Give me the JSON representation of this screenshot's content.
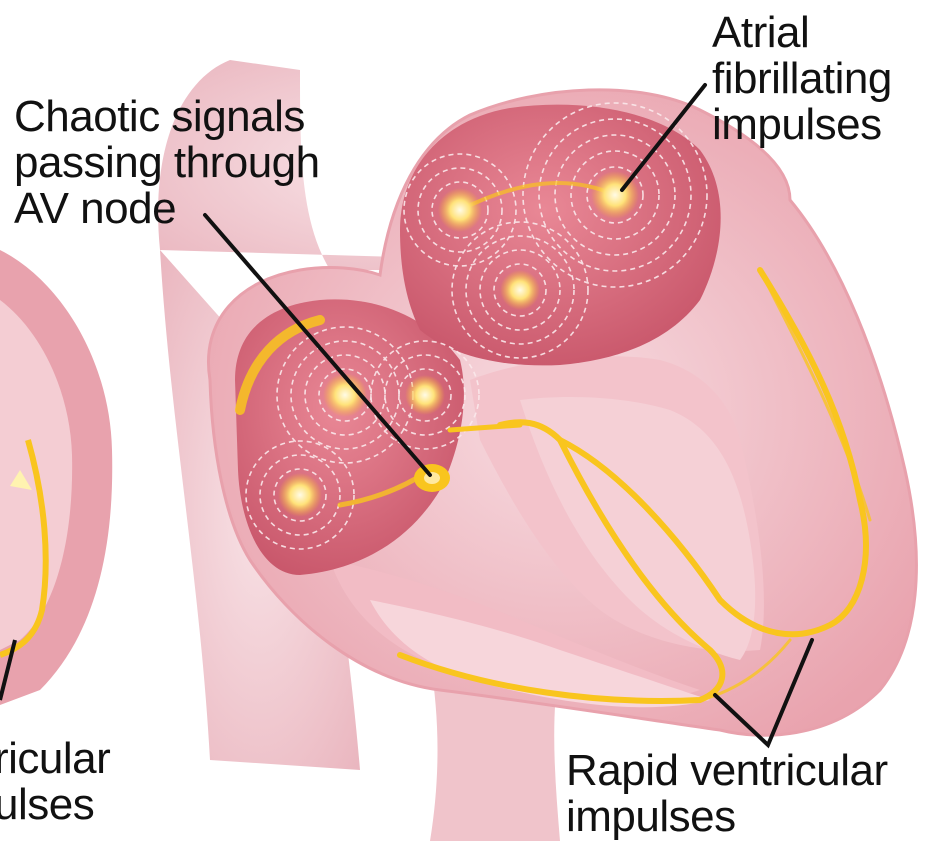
{
  "labels": {
    "chaotic_signals": [
      "Chaotic signals",
      "passing through",
      "AV node"
    ],
    "atrial_fibrillating": [
      "Atrial",
      "fibrillating",
      "impulses"
    ],
    "rapid_ventricular": [
      "Rapid ventricular",
      "impulses"
    ],
    "left_partial": [
      "ricular",
      "ulses"
    ]
  },
  "colors": {
    "tissue_light": "#f6d7dc",
    "tissue_mid": "#ec9aa6",
    "tissue_dark": "#c34a5e",
    "chamber": "#d9707f",
    "impulse_yellow": "#f9c51e",
    "impulse_core": "#fff6c8",
    "leader_line": "#111111"
  }
}
